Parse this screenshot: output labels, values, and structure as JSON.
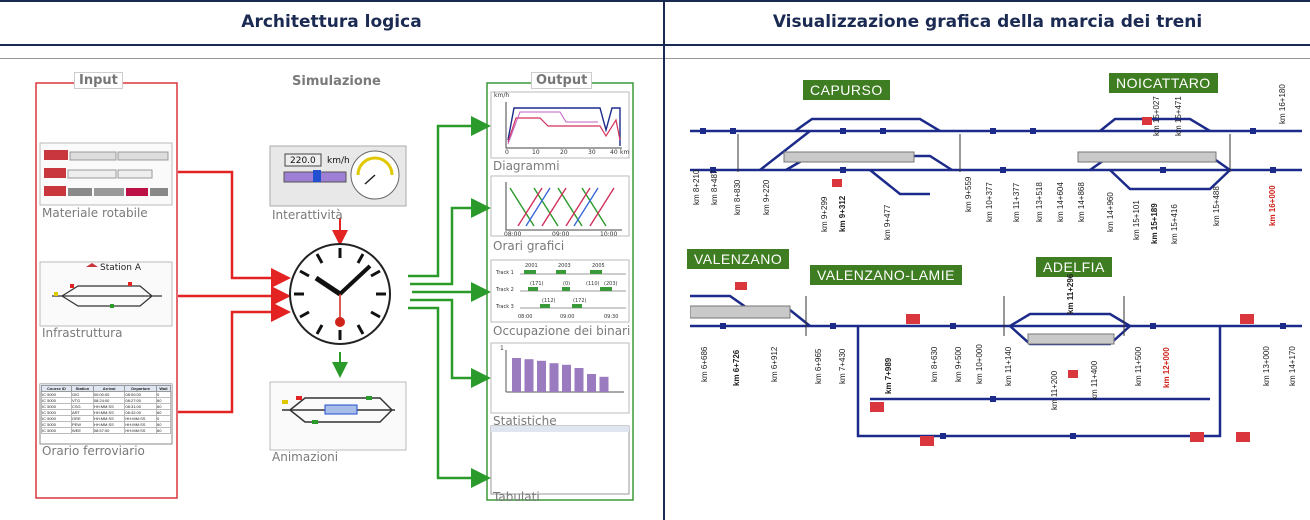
{
  "headers": {
    "left": "Architettura logica",
    "right": "Visualizzazione grafica della marcia dei treni"
  },
  "input": {
    "title": "Input",
    "items": [
      "Materiale rotabile",
      "Infrastruttura",
      "Orario ferroviario"
    ],
    "station_label": "Station A",
    "table_headers": [
      "Course ID",
      "Station",
      "Arrival",
      "Departure",
      "Wait"
    ],
    "table_rows": [
      [
        "IC 5000",
        "GIG",
        "00:00:00",
        "08:00:00",
        "0"
      ],
      [
        "IC 5000",
        "VTG",
        "08:24:00",
        "08:27:00",
        "60"
      ],
      [
        "IC 5000",
        "CSG",
        "HH:MM:SS",
        "08:31:00",
        "60"
      ],
      [
        "IC 5000",
        "ART",
        "HH:MM:SS",
        "08:32:00",
        "60"
      ],
      [
        "IC 5000",
        "GRE",
        "HH:MM:SS",
        "HH:MM:SS",
        "0"
      ],
      [
        "IC 5000",
        "PEW",
        "HH:MM:SS",
        "HH:MM:SS",
        "60"
      ],
      [
        "IC 5000",
        "WEE",
        "08:57:00",
        "HH:MM:SS",
        "60"
      ]
    ]
  },
  "simulation": {
    "title": "Simulazione",
    "speed_value": "220.0",
    "speed_unit": "km/h",
    "labels": [
      "Interattività",
      "Animazioni"
    ]
  },
  "output": {
    "title": "Output",
    "items": [
      "Diagrammi",
      "Orari grafici",
      "Occupazione dei binari",
      "Statistiche",
      "Tabulati"
    ],
    "diagram_axis": [
      "0",
      "10",
      "20",
      "30",
      "40",
      "km"
    ],
    "diagram_yaxis": [
      "km/h"
    ],
    "timetable_axis": [
      "08:00",
      "09:00",
      "10:00"
    ],
    "track_labels": [
      "Track 1",
      "Track 2",
      "Track 3"
    ],
    "track_numbers": [
      "2001",
      "2003",
      "2005",
      "(171)",
      "(0)",
      "(112)",
      "(172)",
      "(110)",
      "(203)"
    ],
    "track_axis": [
      "08:00",
      "09:00",
      "09:30"
    ],
    "stats_max": "1"
  },
  "chart_data": {
    "type": "bar",
    "categories": [
      "",
      "",
      "",
      "",
      "",
      "",
      "",
      ""
    ],
    "values": [
      0.85,
      0.82,
      0.78,
      0.72,
      0.68,
      0.6,
      0.45,
      0.38
    ],
    "ylim": [
      0,
      1
    ]
  },
  "stations": [
    "CAPURSO",
    "NOICATTARO",
    "VALENZANO",
    "VALENZANO-LAMIE",
    "ADELFIA"
  ],
  "km_top": [
    "km 8+210",
    "km 8+487",
    "km 8+830",
    "km 9+220",
    "km 9+299",
    "km 9+312",
    "km 9+477",
    "km 9+559",
    "km 10+377",
    "km 11+377",
    "km 13+518",
    "km 14+604",
    "km 14+868",
    "km 14+960",
    "km 15+101",
    "km 15+189",
    "km 15+416",
    "km 15+488",
    "km 16+000",
    "km 15+027",
    "km 15+471",
    "km 16+180"
  ],
  "km_bottom": [
    "km 6+686",
    "km 6+726",
    "km 6+912",
    "km 6+965",
    "km 7+430",
    "km 7+989",
    "km 8+630",
    "km 9+500",
    "km 10+000",
    "km 11+140",
    "km 11+200",
    "km 11+400",
    "km 11+500",
    "km 12+000",
    "km 13+000",
    "km 14+170",
    "km 11+296"
  ],
  "colors": {
    "header": "#1b2a52",
    "input_frame": "#d9363e",
    "output_frame": "#3a9a3a",
    "arrow_red": "#e32222",
    "arrow_green": "#2a9a2a",
    "station": "#3f7d22",
    "track": "#1c2b8a"
  }
}
